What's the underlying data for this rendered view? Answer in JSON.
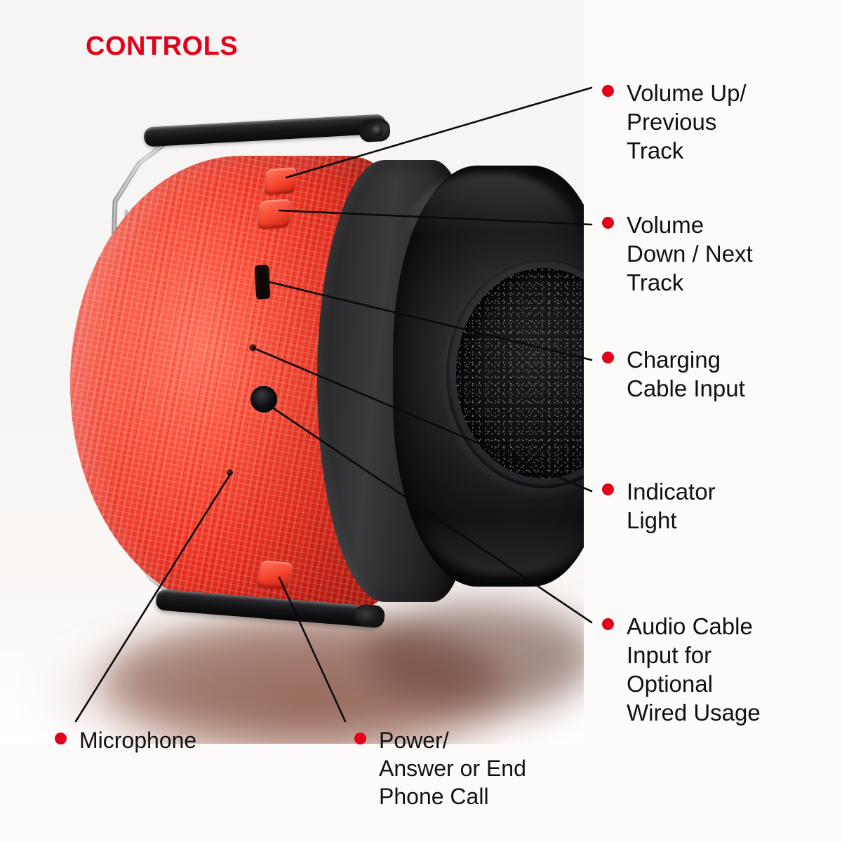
{
  "title": "CONTROLS",
  "colors": {
    "accent_red": "#e2001a",
    "product_red": "#f6452f",
    "text_black": "#111111",
    "background": "#fdfbfa"
  },
  "callouts": [
    {
      "id": "volume-up",
      "label": "Volume Up/\nPrevious\nTrack",
      "bullet": "red-dot"
    },
    {
      "id": "volume-down",
      "label": "Volume\nDown / Next\nTrack",
      "bullet": "red-dot"
    },
    {
      "id": "charging",
      "label": "Charging\nCable Input",
      "bullet": "red-dot"
    },
    {
      "id": "indicator",
      "label": "Indicator\nLight",
      "bullet": "red-dot"
    },
    {
      "id": "audio",
      "label": "Audio Cable\nInput for\nOptional\nWired Usage",
      "bullet": "red-dot"
    },
    {
      "id": "microphone",
      "label": "Microphone",
      "bullet": "red-dot"
    },
    {
      "id": "power",
      "label": "Power/\nAnswer or End\nPhone Call",
      "bullet": "red-dot"
    }
  ],
  "product": {
    "name": "over-ear-bluetooth-hearing-protection-headphones",
    "shell_color": "red-carbon-fiber",
    "ear_pad_color": "black",
    "parts": [
      "headband-rod-top",
      "headband-rod-bottom",
      "metal-wire-bracket",
      "volume-up-button",
      "volume-down-button",
      "micro-usb-charging-port",
      "indicator-light",
      "audio-jack-3-5mm",
      "microphone-pinhole",
      "power-button",
      "ear-cushion-foam"
    ]
  }
}
